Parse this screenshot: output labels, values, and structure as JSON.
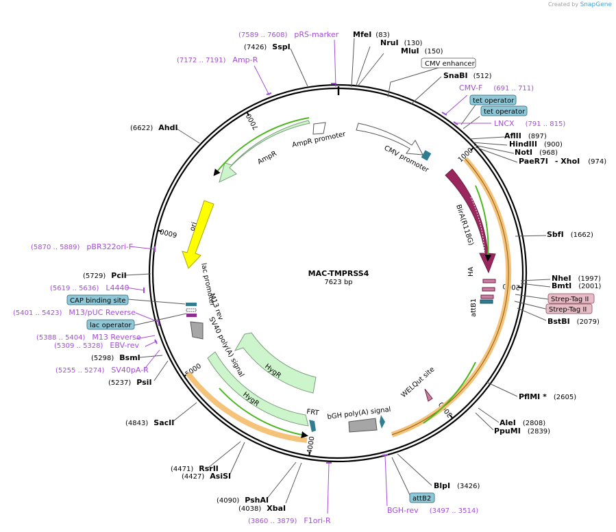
{
  "brand": {
    "prefix": "Created by",
    "name": "SnapGene"
  },
  "plasmid": {
    "name": "MAC-TMPRSS4",
    "length": "7623 bp"
  },
  "ticks": [
    "1000",
    "2000",
    "3000",
    "4000",
    "5000",
    "6000",
    "7000"
  ],
  "sites": [
    {
      "name": "MfeI",
      "pos": "(83)"
    },
    {
      "name": "NruI",
      "pos": "(130)"
    },
    {
      "name": "MluI",
      "pos": "(150)"
    },
    {
      "name": "SnaBI",
      "pos": "(512)"
    },
    {
      "name": "AflII",
      "pos": "(897)"
    },
    {
      "name": "HindIII",
      "pos": "(900)"
    },
    {
      "name": "NotI",
      "pos": "(968)"
    },
    {
      "name": "PaeR7I",
      "name2": "- XhoI",
      "pos": "(974)"
    },
    {
      "name": "SbfI",
      "pos": "(1662)"
    },
    {
      "name": "NheI",
      "pos": "(1997)"
    },
    {
      "name": "BmtI",
      "pos": "(2001)"
    },
    {
      "name": "BstBI",
      "pos": "(2079)"
    },
    {
      "name": "PflMI *",
      "pos": "(2605)"
    },
    {
      "name": "AleI",
      "pos": "(2808)"
    },
    {
      "name": "PpuMI",
      "pos": "(2839)"
    },
    {
      "name": "BlpI",
      "pos": "(3426)"
    },
    {
      "name": "XbaI",
      "pos": "(4038)"
    },
    {
      "name": "PshAI",
      "pos": "(4090)"
    },
    {
      "name": "AsiSI",
      "pos": "(4427)"
    },
    {
      "name": "RsrII",
      "pos": "(4471)"
    },
    {
      "name": "SacII",
      "pos": "(4843)"
    },
    {
      "name": "PsiI",
      "pos": "(5237)"
    },
    {
      "name": "BsmI",
      "pos": "(5298)"
    },
    {
      "name": "PciI",
      "pos": "(5729)"
    },
    {
      "name": "AhdI",
      "pos": "(6622)"
    },
    {
      "name": "SspI",
      "pos": "(7426)"
    }
  ],
  "primers": [
    {
      "name": "pRS-marker",
      "range": "(7589 .. 7608)"
    },
    {
      "name": "Amp-R",
      "range": "(7172 .. 7191)"
    },
    {
      "name": "CMV-F",
      "range": "(691 .. 711)"
    },
    {
      "name": "LNCX",
      "range": "(791 .. 815)"
    },
    {
      "name": "pBR322ori-F",
      "range": "(5870 .. 5889)"
    },
    {
      "name": "L4440",
      "range": "(5619 .. 5636)"
    },
    {
      "name": "M13/pUC Reverse",
      "range": "(5401 .. 5423)"
    },
    {
      "name": "M13 Reverse",
      "range": "(5388 .. 5404)"
    },
    {
      "name": "EBV-rev",
      "range": "(5309 .. 5328)"
    },
    {
      "name": "SV40pA-R",
      "range": "(5255 .. 5274)"
    },
    {
      "name": "BGH-rev",
      "range": "(3497 .. 3514)"
    },
    {
      "name": "F1ori-R",
      "range": "(3860 .. 3879)"
    }
  ],
  "boxes": {
    "cmv_enhancer": "CMV enhancer",
    "tet_operator_1": "tet operator",
    "tet_operator_2": "tet operator",
    "strep_tag_1": "Strep-Tag II",
    "strep_tag_2": "Strep-Tag II",
    "cap_binding": "CAP binding site",
    "lac_operator": "lac operator",
    "attB2": "attB2"
  },
  "features": {
    "cmv_promoter": "CMV promoter",
    "ampr_promoter": "AmpR promoter",
    "ampr": "AmpR",
    "ori": "ori",
    "lac_promoter": "lac promoter",
    "m13_rev": "M13 rev",
    "sv40_polya": "SV40 poly(A) signal",
    "hygr_1": "HygR",
    "hygr_2": "HygR",
    "frt": "FRT",
    "bgh_polya": "bGH poly(A) signal",
    "welqut": "WELQut site",
    "bira": "BirA(R118G)",
    "ha": "HA",
    "attb1": "attB1"
  },
  "colors": {
    "backbone": "#000000",
    "primer": "#a34bd6",
    "ampr_fill": "#ccf5cc",
    "ori_fill": "#ffff00",
    "bira_fill": "#99275e",
    "orange_band": "#f5c27a",
    "green_line": "#4ab61e",
    "box_blue": "#8fc7d6",
    "box_pink": "#e8bcc6",
    "teal": "#2f7d8f",
    "polya_grey": "#a6a6a6"
  }
}
